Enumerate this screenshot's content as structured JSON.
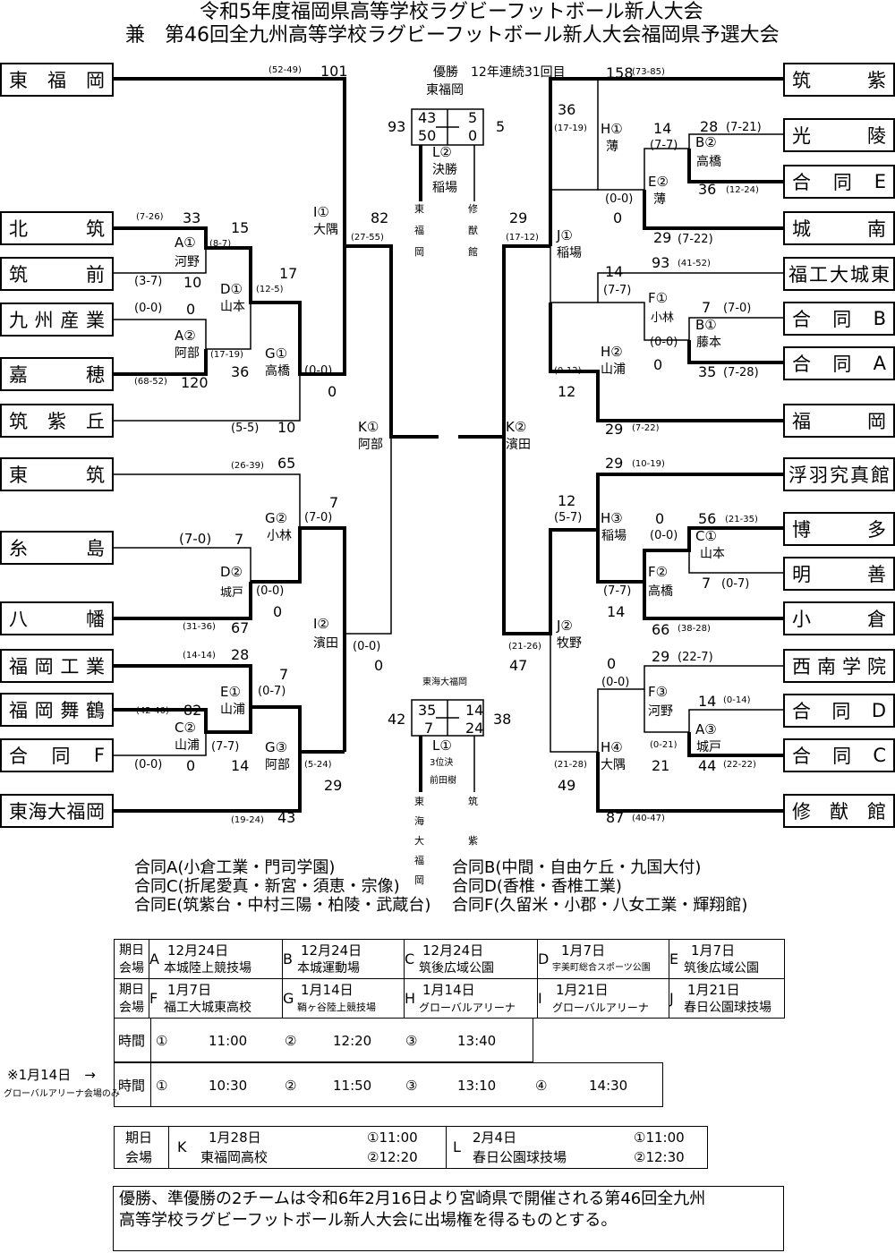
{
  "title1": "令和5年度福岡県高等学校ラグビーフットボール新人大会",
  "title2": "兼　第46回全九州高等学校ラグビーフットボール新人大会福岡県予選大会",
  "champion_note": "優勝　12年連続31回目",
  "left_teams": [
    "東",
    "福",
    "岡",
    "北",
    "筑",
    "筑",
    "前",
    "九",
    "州",
    "産",
    "業",
    "嘉",
    "穂",
    "筑",
    "紫",
    "丘",
    "東",
    "筑",
    "糸",
    "島",
    "八",
    "幡",
    "福",
    "岡",
    "工",
    "業",
    "福",
    "岡",
    "舞",
    "鶴",
    "合",
    "同",
    "F",
    "東",
    "海",
    "大",
    "福",
    "岡"
  ],
  "lt": {
    "t1": [
      "東",
      "福",
      "岡"
    ],
    "t2": [
      "北",
      "筑"
    ],
    "t3": [
      "筑",
      "前"
    ],
    "t4": [
      "九",
      "州",
      "産",
      "業"
    ],
    "t5": [
      "嘉",
      "穂"
    ],
    "t6": [
      "筑",
      "紫",
      "丘"
    ],
    "t7": [
      "東",
      "筑"
    ],
    "t8": [
      "糸",
      "島"
    ],
    "t9": [
      "八",
      "幡"
    ],
    "t10": [
      "福",
      "岡",
      "工",
      "業"
    ],
    "t11": [
      "福",
      "岡",
      "舞",
      "鶴"
    ],
    "t12": [
      "合",
      "同",
      "F"
    ],
    "t13": [
      "東",
      "海",
      "大",
      "福",
      "岡"
    ]
  },
  "rt": {
    "t1": [
      "筑",
      "紫"
    ],
    "t2": [
      "光",
      "陵"
    ],
    "t3": [
      "合",
      "同",
      "E"
    ],
    "t4": [
      "城",
      "南"
    ],
    "t5": [
      "福",
      "工",
      "大",
      "城",
      "東"
    ],
    "t6": [
      "合",
      "同",
      "B"
    ],
    "t7": [
      "合",
      "同",
      "A"
    ],
    "t8": [
      "福",
      "岡"
    ],
    "t9": [
      "浮",
      "羽",
      "究",
      "真",
      "館"
    ],
    "t10": [
      "博",
      "多"
    ],
    "t11": [
      "明",
      "善"
    ],
    "t12": [
      "小",
      "倉"
    ],
    "t13": [
      "西",
      "南",
      "学",
      "院"
    ],
    "t14": [
      "合",
      "同",
      "D"
    ],
    "t15": [
      "合",
      "同",
      "C"
    ],
    "t16": [
      "修",
      "猷",
      "館"
    ]
  },
  "labels": [
    {
      "k": "a1",
      "v": "(52-49)"
    },
    {
      "k": "a2",
      "v": "101"
    },
    {
      "k": "a3",
      "v": "優勝　12年連続31回目"
    },
    {
      "k": "a4",
      "v": "東福岡"
    },
    {
      "k": "a5",
      "v": "93"
    },
    {
      "k": "a6",
      "v": "43"
    },
    {
      "k": "a7",
      "v": "50"
    },
    {
      "k": "a8",
      "v": "5"
    },
    {
      "k": "a9",
      "v": "0"
    },
    {
      "k": "a10",
      "v": "5"
    },
    {
      "k": "a11",
      "v": "L②"
    },
    {
      "k": "a12",
      "v": "決勝"
    },
    {
      "k": "a13",
      "v": "稲場"
    },
    {
      "k": "a14",
      "v": "158"
    },
    {
      "k": "a15",
      "v": "(73-85)"
    },
    {
      "k": "a16",
      "v": "36"
    },
    {
      "k": "a17",
      "v": "(17-19)"
    },
    {
      "k": "a18",
      "v": "H①"
    },
    {
      "k": "a19",
      "v": "薄"
    },
    {
      "k": "a20",
      "v": "14"
    },
    {
      "k": "a21",
      "v": "(7-7)"
    },
    {
      "k": "a22",
      "v": "28"
    },
    {
      "k": "a23",
      "v": "(7-21)"
    },
    {
      "k": "a24",
      "v": "B②"
    },
    {
      "k": "a25",
      "v": "高橋"
    },
    {
      "k": "a26",
      "v": "E②"
    },
    {
      "k": "a27",
      "v": "薄"
    },
    {
      "k": "a28",
      "v": "36"
    },
    {
      "k": "a29",
      "v": "(12-24)"
    },
    {
      "k": "a30",
      "v": "(0-0)"
    },
    {
      "k": "a31",
      "v": "0"
    },
    {
      "k": "a32",
      "v": "29"
    },
    {
      "k": "a33",
      "v": "(7-22)"
    }
  ],
  "schedule": {
    "teams_note": [
      "合同A(小倉工業・門司学園)",
      "合同B(中間・自由ケ丘・九国大付)",
      "合同C(折尾愛真・新宮・須恵・宗像)",
      "合同D(香椎・香椎工業)",
      "合同E(筑紫台・中村三陽・柏陵・武蔵台)",
      "合同F(久留米・小郡・八女工業・輝翔館)"
    ],
    "hdr1": "期日",
    "hdr2": "会場",
    "A": {
      "id": "A",
      "date": "12月24日",
      "venue": "本城陸上競技場"
    },
    "B": {
      "id": "B",
      "date": "12月24日",
      "venue": "本城運動場"
    },
    "C": {
      "id": "C",
      "date": "12月24日",
      "venue": "筑後広域公園"
    },
    "D": {
      "id": "D",
      "date": "1月7日",
      "venue": "宇美町総合スポーツ公園"
    },
    "E": {
      "id": "E",
      "date": "1月7日",
      "venue": "筑後広域公園"
    },
    "F": {
      "id": "F",
      "date": "1月7日",
      "venue": "福工大城東高校"
    },
    "G": {
      "id": "G",
      "date": "1月14日",
      "venue": "鞘ヶ谷陸上競技場"
    },
    "H": {
      "id": "H",
      "date": "1月14日",
      "venue": "グローバルアリーナ"
    },
    "I": {
      "id": "I",
      "date": "1月21日",
      "venue": "グローバルアリーナ"
    },
    "J": {
      "id": "J",
      "date": "1月21日",
      "venue": "春日公園球技場"
    },
    "time_label": "時間",
    "times1": [
      [
        "①",
        "11:00"
      ],
      [
        "②",
        "12:20"
      ],
      [
        "③",
        "13:40"
      ]
    ],
    "times2": [
      [
        "①",
        "10:30"
      ],
      [
        "②",
        "11:50"
      ],
      [
        "③",
        "13:10"
      ],
      [
        "④",
        "14:30"
      ]
    ],
    "jan14_note": "※1月14日　→",
    "jan14_sub": "グローバルアリーナ会場のみ",
    "K": {
      "id": "K",
      "date": "1月28日",
      "venue": "東福岡高校",
      "t1": "①11:00",
      "t2": "②12:20"
    },
    "L": {
      "id": "L",
      "date": "2月4日",
      "venue": "春日公園球技場",
      "t1": "①11:00",
      "t2": "②12:30"
    }
  },
  "footer_note1": "優勝、準優勝の2チームは令和6年2月16日より宮崎県で開催される第46回全九州",
  "footer_note2": "高等学校ラグビーフットボール新人大会に出場権を得るものとする。"
}
